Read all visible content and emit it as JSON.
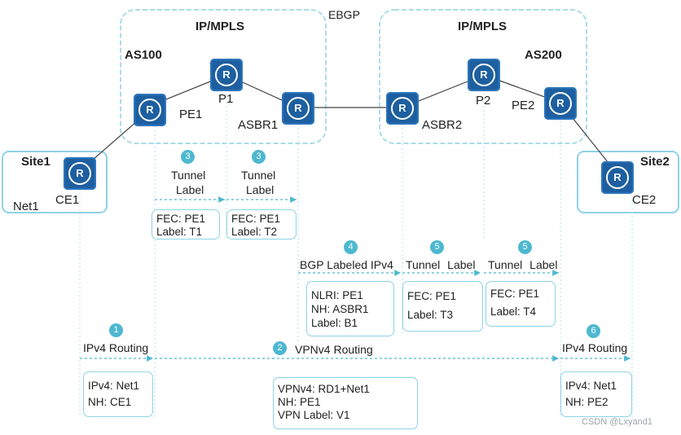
{
  "header": {
    "ebgp": "EBGP"
  },
  "as_left": {
    "title": "IP/MPLS",
    "name": "AS100"
  },
  "as_right": {
    "title": "IP/MPLS",
    "name": "AS200"
  },
  "sites": {
    "site1": "Site1",
    "site2": "Site2",
    "net1": "Net1"
  },
  "routers": {
    "icon": "R",
    "ce1": "CE1",
    "pe1": "PE1",
    "p1": "P1",
    "asbr1": "ASBR1",
    "asbr2": "ASBR2",
    "p2": "P2",
    "pe2": "PE2",
    "ce2": "CE2"
  },
  "steps": {
    "s1": {
      "num": "1",
      "label": "IPv4 Routing",
      "box": [
        "IPv4: Net1",
        "NH: CE1"
      ]
    },
    "s2": {
      "num": "2",
      "label": "VPNv4 Routing",
      "box": [
        "VPNv4: RD1+Net1",
        "NH: PE1",
        "VPN Label: V1"
      ]
    },
    "s3a": {
      "num": "3",
      "line1": "Tunnel",
      "line2": "Label",
      "box": [
        "FEC: PE1",
        "Label: T1"
      ]
    },
    "s3b": {
      "num": "3",
      "line1": "Tunnel",
      "line2": "Label",
      "box": [
        "FEC: PE1",
        "Label: T2"
      ]
    },
    "s4": {
      "num": "4",
      "label": "BGP Labeled IPv4",
      "box": [
        "NLRI: PE1",
        "NH: ASBR1",
        "Label: B1"
      ]
    },
    "s5a": {
      "num": "5",
      "label": "Tunnel Label",
      "box": [
        "FEC: PE1",
        "Label: T3"
      ]
    },
    "s5b": {
      "num": "5",
      "label": "Tunnel Label",
      "box": [
        "FEC: PE1",
        "Label: T4"
      ]
    },
    "s6": {
      "num": "6",
      "label": "IPv4 Routing",
      "box": [
        "IPv4: Net1",
        "NH: PE2"
      ]
    }
  },
  "watermark": "CSDN @Lxyand1",
  "colors": {
    "router": "#1d5fa0",
    "accent": "#4db8d0",
    "as_border": "#a9dcea",
    "site_border": "#8ed2e6"
  }
}
